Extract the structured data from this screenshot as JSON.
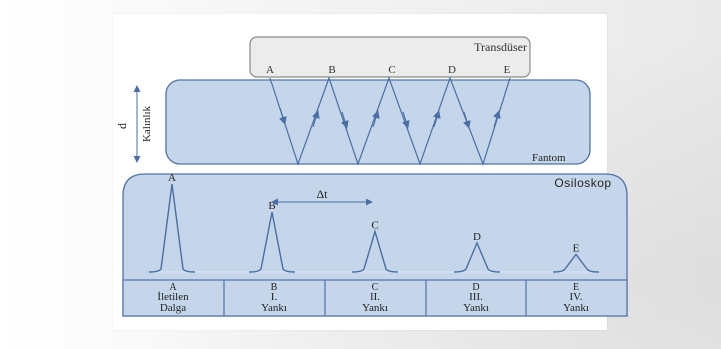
{
  "colors": {
    "fill": "#c5d6ea",
    "border": "#4f73a8",
    "transducer_fill": "#ececec",
    "transducer_border": "#8a8a8a",
    "beam": "#4a6fa5",
    "baseline": "#cfe0f2"
  },
  "transducer": {
    "label": "Transdüser",
    "points": [
      "A",
      "B",
      "C",
      "D",
      "E"
    ]
  },
  "phantom": {
    "label": "Fantom",
    "thickness_symbol": "d",
    "thickness_label": "Kalınlık"
  },
  "oscilloscope": {
    "label": "Osiloskop",
    "delta_t": "Δt",
    "peaks": [
      {
        "letter": "A",
        "relative_height": 1.0
      },
      {
        "letter": "B",
        "relative_height": 0.68
      },
      {
        "letter": "C",
        "relative_height": 0.46
      },
      {
        "letter": "D",
        "relative_height": 0.33
      },
      {
        "letter": "E",
        "relative_height": 0.2
      }
    ],
    "segments": [
      {
        "letter": "A",
        "line1": "İletilen",
        "line2": "Dalga"
      },
      {
        "letter": "B",
        "line1": "I.",
        "line2": "Yankı"
      },
      {
        "letter": "C",
        "line1": "II.",
        "line2": "Yankı"
      },
      {
        "letter": "D",
        "line1": "III.",
        "line2": "Yankı"
      },
      {
        "letter": "E",
        "line1": "IV.",
        "line2": "Yankı"
      }
    ]
  }
}
